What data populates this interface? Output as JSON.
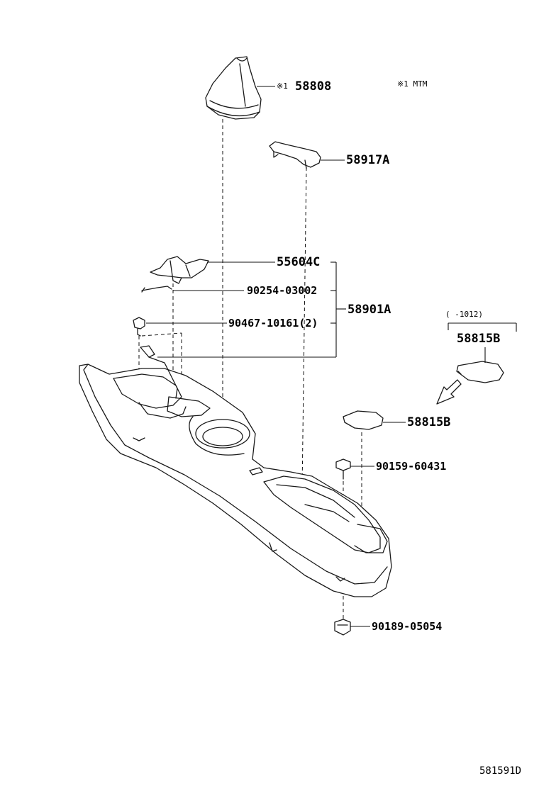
{
  "diagram_id": "581591D",
  "notes": {
    "mtm_note": "※1 MTM",
    "date_range": "(    -1012)"
  },
  "callouts": {
    "shift_boot_ref": "※1",
    "shift_boot": "58808",
    "panel_58917": "58917A",
    "panel_55604": "55604C",
    "screw_90254": "90254-03002",
    "clip_90467": "90467-10161(2)",
    "assembly_58901": "58901A",
    "pad_upper": "58815B",
    "pad_lower": "58815B",
    "screw_90159": "90159-60431",
    "nut_90189": "90189-05054"
  }
}
